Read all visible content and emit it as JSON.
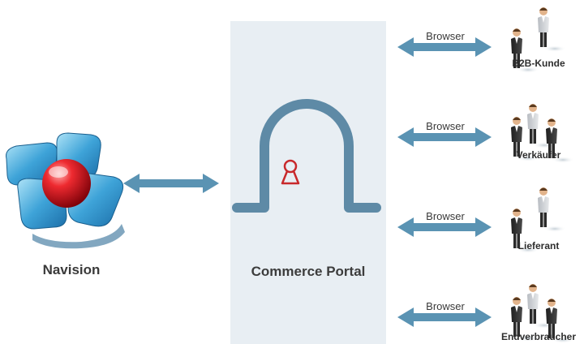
{
  "left_system": {
    "label": "Navision",
    "icon": "navision-logo-icon"
  },
  "center": {
    "label": "Commerce Portal",
    "icon": "portal-gate-icon",
    "panel_color": "#e8eef3"
  },
  "connection_label": "Browser",
  "clients": [
    {
      "label": "B2B-Kunde",
      "connection": "Browser",
      "icon": "business-customer-icon"
    },
    {
      "label": "Verkäufer",
      "connection": "Browser",
      "icon": "sales-team-icon"
    },
    {
      "label": "Lieferant",
      "connection": "Browser",
      "icon": "supplier-icon"
    },
    {
      "label": "Endverbraucher",
      "connection": "Browser",
      "icon": "consumer-group-icon"
    }
  ],
  "colors": {
    "arrow": "#5a93b3",
    "gate": "#5e8aa6",
    "keyhole": "#c8292c",
    "logo_blue": "#3ea3d8",
    "logo_red": "#d8101c"
  }
}
